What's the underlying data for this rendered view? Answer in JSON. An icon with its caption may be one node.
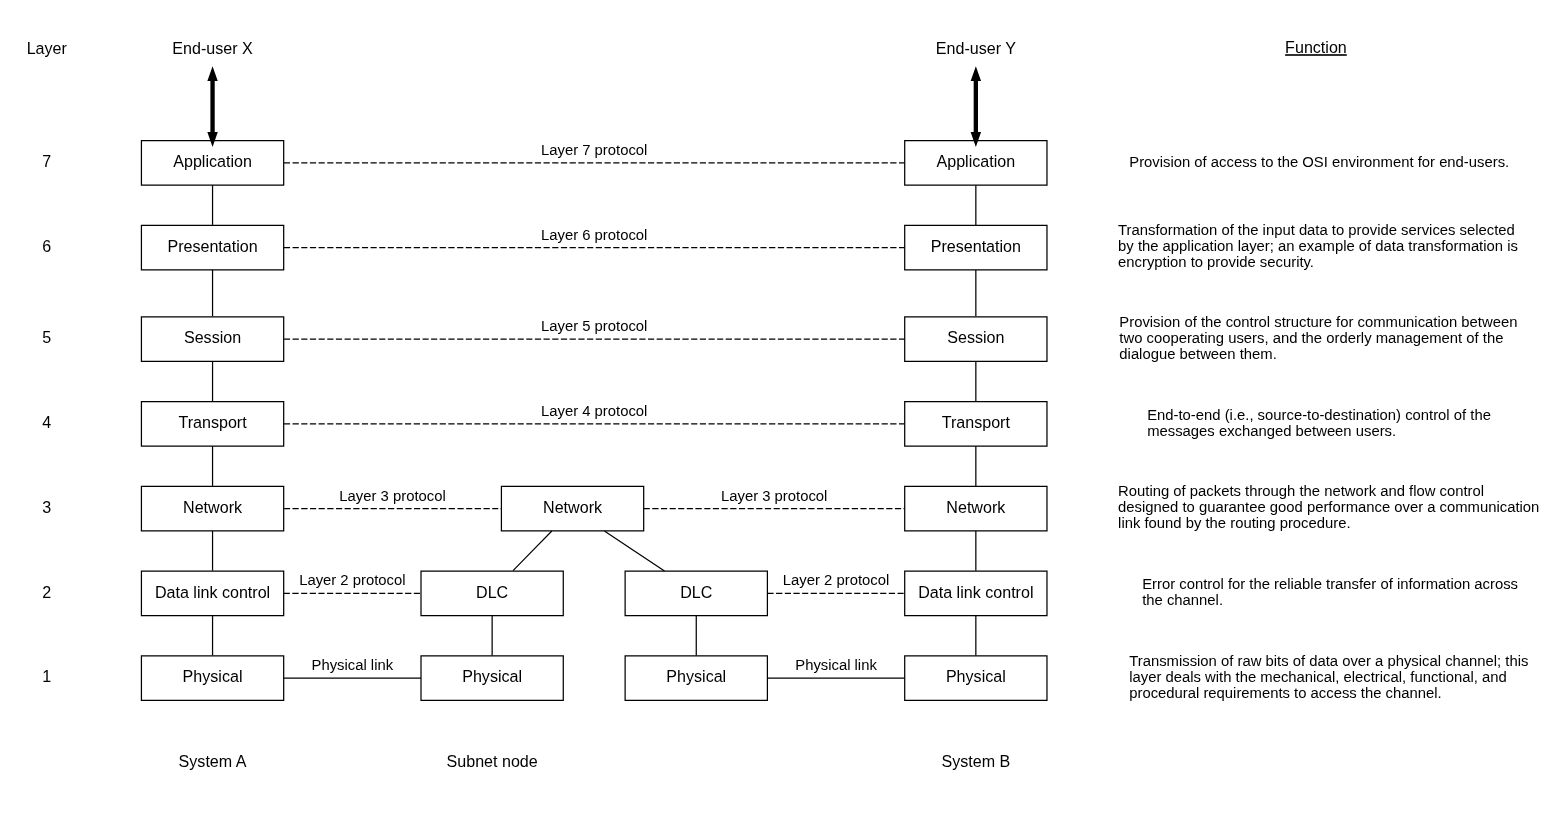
{
  "diagram": {
    "nodes": [
      {
        "text": [
          "End-user X"
        ]
      },
      {
        "text": [
          "End-user Y"
        ]
      },
      {
        "text": [
          "Application"
        ]
      },
      {
        "text": [
          "Presentation"
        ]
      },
      {
        "text": [
          "Session"
        ]
      },
      {
        "text": [
          "Transport"
        ]
      },
      {
        "text": [
          "Network"
        ]
      },
      {
        "text": [
          "Data link control"
        ]
      },
      {
        "text": [
          "Physical"
        ]
      },
      {
        "text": [
          "Network"
        ]
      },
      {
        "text": [
          "DLC"
        ]
      },
      {
        "text": [
          "DLC"
        ]
      },
      {
        "text": [
          "Physical"
        ]
      },
      {
        "text": [
          "Physical"
        ]
      },
      {
        "text": [
          "Application"
        ]
      },
      {
        "text": [
          "Presentation"
        ]
      },
      {
        "text": [
          "Session"
        ]
      },
      {
        "text": [
          "Transport"
        ]
      },
      {
        "text": [
          "Network"
        ]
      },
      {
        "text": [
          "Data link control"
        ]
      },
      {
        "text": [
          "Physical"
        ]
      }
    ],
    "edges": [
      {
        "from": 0,
        "to": 2,
        "arrow": "both",
        "style": "thick"
      },
      {
        "from": 1,
        "to": 14,
        "arrow": "both",
        "style": "thick"
      },
      {
        "from": 2,
        "to": 14,
        "label": "Layer 7 protocol",
        "arrow": "none",
        "style": "dashed"
      },
      {
        "from": 2,
        "to": 3,
        "arrow": "none"
      },
      {
        "from": 14,
        "to": 15,
        "arrow": "none"
      },
      {
        "from": 3,
        "to": 15,
        "label": "Layer 6 protocol",
        "arrow": "none",
        "style": "dashed"
      },
      {
        "from": 3,
        "to": 4,
        "arrow": "none"
      },
      {
        "from": 15,
        "to": 16,
        "arrow": "none"
      },
      {
        "from": 4,
        "to": 16,
        "label": "Layer 5 protocol",
        "arrow": "none",
        "style": "dashed"
      },
      {
        "from": 4,
        "to": 5,
        "arrow": "none"
      },
      {
        "from": 16,
        "to": 17,
        "arrow": "none"
      },
      {
        "from": 5,
        "to": 17,
        "label": "Layer 4 protocol",
        "arrow": "none",
        "style": "dashed"
      },
      {
        "from": 5,
        "to": 6,
        "arrow": "none"
      },
      {
        "from": 17,
        "to": 18,
        "arrow": "none"
      },
      {
        "from": 6,
        "to": 9,
        "label": "Layer 3 protocol",
        "arrow": "none",
        "style": "dashed"
      },
      {
        "from": 9,
        "to": 18,
        "label": "Layer 3 protocol",
        "arrow": "none",
        "style": "dashed"
      },
      {
        "from": 9,
        "to": 10,
        "arrow": "none"
      },
      {
        "from": 9,
        "to": 11,
        "arrow": "none"
      },
      {
        "from": 6,
        "to": 7,
        "arrow": "none"
      },
      {
        "from": 18,
        "to": 19,
        "arrow": "none"
      },
      {
        "from": 7,
        "to": 10,
        "label": "Layer 2 protocol",
        "arrow": "none",
        "style": "dashed"
      },
      {
        "from": 11,
        "to": 19,
        "label": "Layer 2 protocol",
        "arrow": "none",
        "style": "dashed"
      },
      {
        "from": 10,
        "to": 12,
        "arrow": "none"
      },
      {
        "from": 11,
        "to": 13,
        "arrow": "none"
      },
      {
        "from": 7,
        "to": 8,
        "arrow": "none"
      },
      {
        "from": 19,
        "to": 20,
        "arrow": "none"
      },
      {
        "from": 8,
        "to": 12,
        "label": "Physical link",
        "arrow": "none"
      },
      {
        "from": 13,
        "to": 20,
        "label": "Physical link",
        "arrow": "none"
      }
    ],
    "labels": [
      "Layer",
      "Function",
      "7",
      "Provision of access to the OSI environment for end-users.",
      "6",
      "Transformation of the input data to provide services selected by the application layer; an example of data transformation is encryption to provide security.",
      "5",
      "Provision of the control structure for communication between two cooperating users, and the orderly management of the dialogue between them.",
      "4",
      "End-to-end (i.e., source-to-destination) control of the messages exchanged between users.",
      "3",
      "Routing of packets through the network and flow control designed to guarantee good performance over a communication link found by the routing procedure.",
      "2",
      "Error control for the reliable transfer of information across the channel.",
      "1",
      "Transmission of raw bits of data over a physical channel; this layer deals with the mechanical, electrical, functional, and procedural requirements to access the channel.",
      "System A",
      "Subnet node",
      "System B"
    ]
  }
}
